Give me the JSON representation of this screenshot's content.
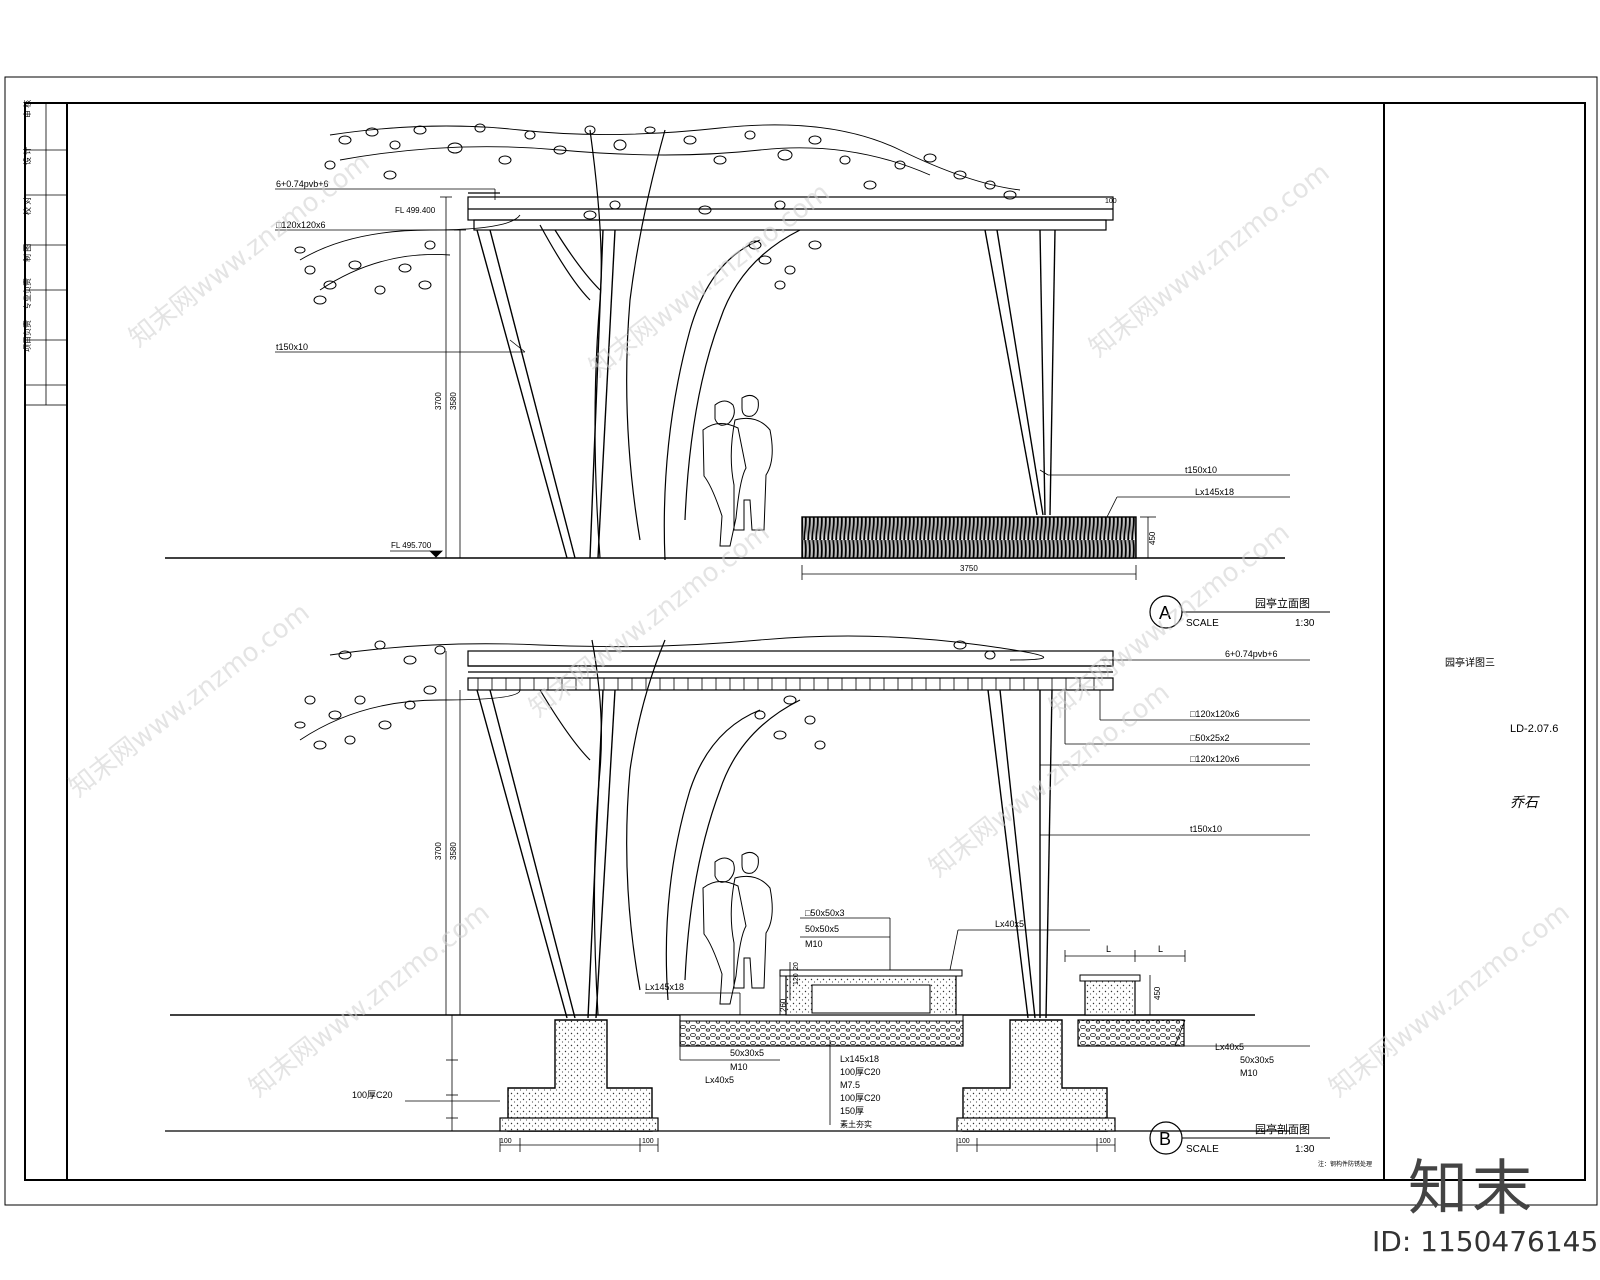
{
  "sheet": {
    "drawing_title": "园亭详图三",
    "drawing_number": "LD-2.07.6",
    "handwriting": "乔石"
  },
  "title_block_left": [
    "审 核",
    "设 计",
    "校 对",
    "制 图",
    "专业负责",
    "项目负责"
  ],
  "elevation_a": {
    "marker": "A",
    "title": "园亭立面图",
    "scale_label": "SCALE",
    "scale_value": "1:30",
    "labels": {
      "glass": "6+0.74pvb+6",
      "steel_tube": "□120x120x6",
      "fl_top": "FL 499.400",
      "plate": "t150x10",
      "dim_3700": "3700",
      "dim_3580": "3580",
      "fl_ground": "FL 495.700",
      "plate_right": "t150x10",
      "angle_bench": "Lx145x18",
      "bench_width": "3750",
      "bench_height": "450",
      "dim_100": "100"
    }
  },
  "section_b": {
    "marker": "B",
    "title": "园亭剖面图",
    "scale_label": "SCALE",
    "scale_value": "1:30",
    "labels": {
      "glass": "6+0.74pvb+6",
      "tube_1": "□120x120x6",
      "tube_2": "□50x25x2",
      "tube_3": "□120x120x6",
      "plate": "t150x10",
      "dim_3700": "3700",
      "dim_3580": "3580",
      "bench_top_1": "□50x50x3",
      "bench_top_2": "50x50x5",
      "bench_top_3": "M10",
      "bench_angle": "Lx40x5",
      "bench_steel": "Lx145x18",
      "mid_1": "50x30x5",
      "mid_2": "M10",
      "mid_3": "Lx40x5",
      "layer_1": "Lx145x18",
      "layer_2": "100厚C20",
      "layer_3": "M7.5",
      "layer_4": "100厚C20",
      "layer_5": "150厚",
      "layer_6": "素土夯实",
      "right_1": "Lx40x5",
      "right_2": "50x30x5",
      "right_3": "M10",
      "c20_left": "100厚C20",
      "footing_w1": "100",
      "footing_w2": "100",
      "footing_w3": "100",
      "footing_w4": "100",
      "L1": "L",
      "L2": "L",
      "dim_450": "450",
      "dim_260": "260",
      "dim_120": "120",
      "dim_20": "20",
      "note": "注：钢构件防锈处理"
    }
  },
  "watermark": {
    "text": "知末网www.znzmo.com",
    "brand": "知末",
    "id": "ID: 1150476145"
  }
}
